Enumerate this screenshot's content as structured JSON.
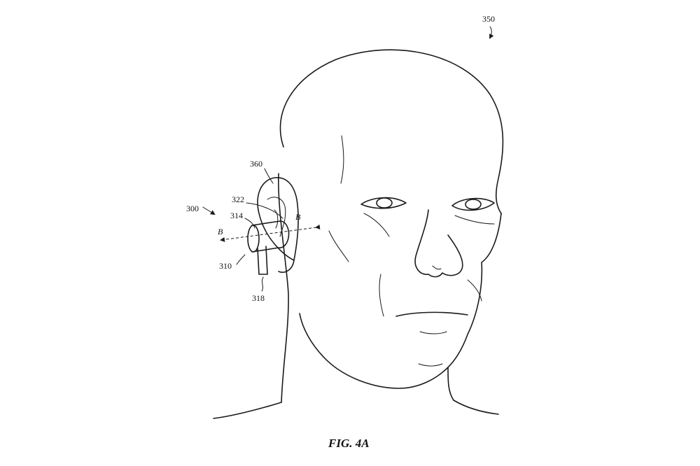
{
  "figure": {
    "caption": "FIG. 4A",
    "reference_numerals": {
      "r350": "350",
      "r360": "360",
      "r322": "322",
      "r300": "300",
      "r314": "314",
      "r310": "310",
      "r318": "318"
    },
    "axis_labels": {
      "b_right": "B",
      "b_left": "B"
    }
  }
}
